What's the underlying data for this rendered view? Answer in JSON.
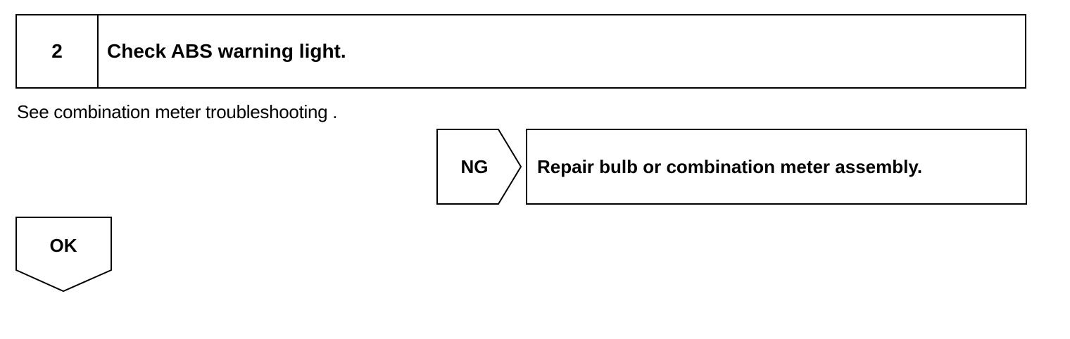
{
  "step": {
    "number": "2",
    "title": "Check ABS warning light."
  },
  "note": "See combination meter troubleshooting .",
  "ng_branch": {
    "label": "NG",
    "action": "Repair bulb or combination meter assembly."
  },
  "ok_branch": {
    "label": "OK"
  }
}
